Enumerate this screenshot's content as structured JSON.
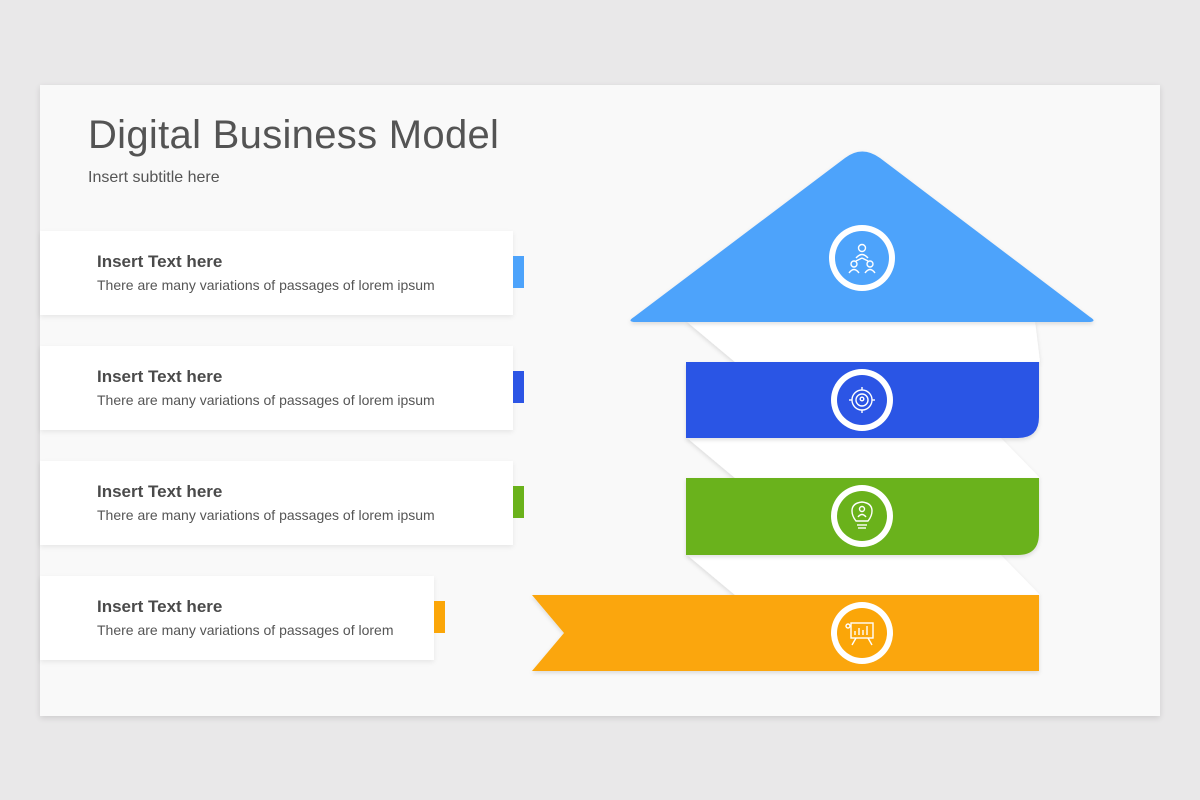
{
  "slide": {
    "title": "Digital Business Model",
    "subtitle": "Insert subtitle here"
  },
  "items": [
    {
      "heading": "Insert Text here",
      "body": "There are many variations of passages of lorem ipsum",
      "color": "#4da3fb",
      "icon": "people-network-icon"
    },
    {
      "heading": "Insert Text here",
      "body": "There are many variations of passages of lorem ipsum",
      "color": "#2c55e5",
      "icon": "target-person-icon"
    },
    {
      "heading": "Insert Text here",
      "body": "There are many variations of passages of lorem ipsum",
      "color": "#6ab21b",
      "icon": "lightbulb-person-icon"
    },
    {
      "heading": "Insert Text here",
      "body": "There are many variations of passages of lorem",
      "color": "#fba608",
      "icon": "presentation-board-icon"
    }
  ]
}
